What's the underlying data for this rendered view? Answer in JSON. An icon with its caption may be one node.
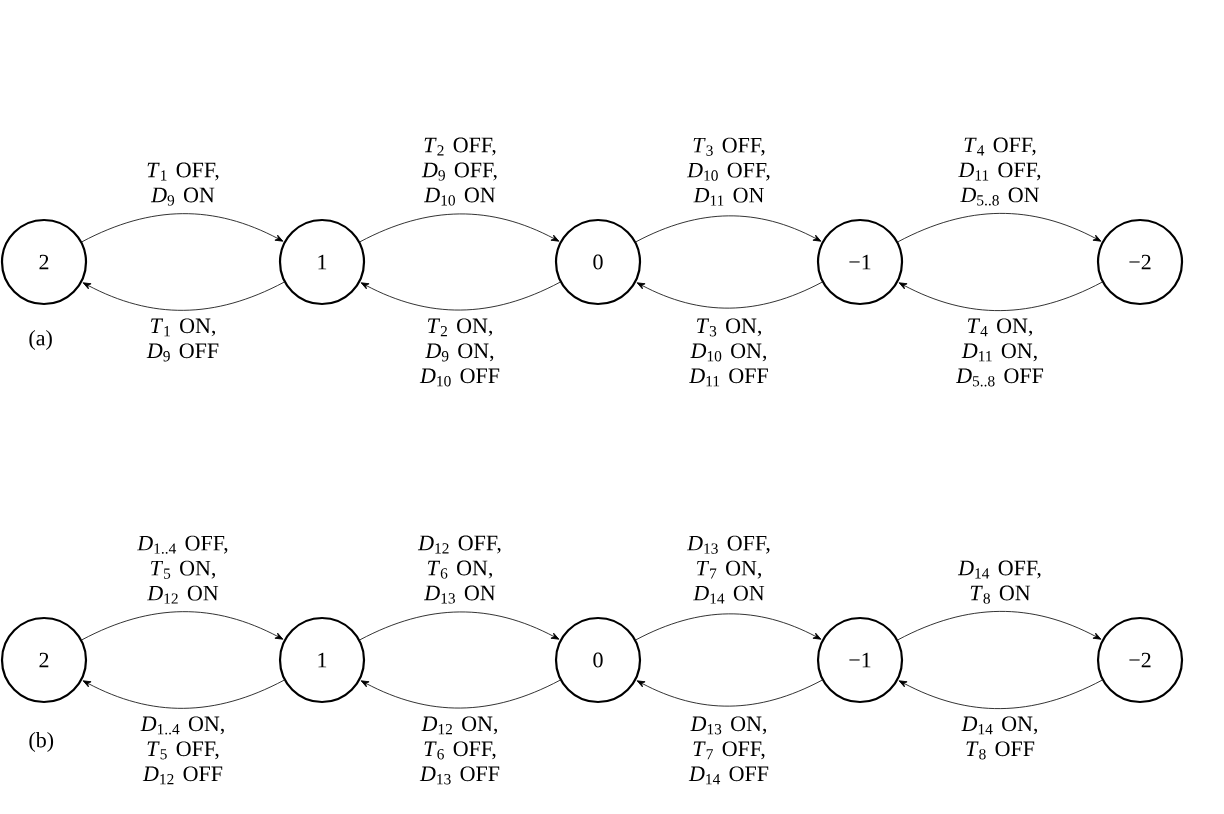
{
  "diagram": {
    "nodes": [
      {
        "text": [
          "2"
        ]
      },
      {
        "text": [
          "1"
        ]
      },
      {
        "text": [
          "0"
        ]
      },
      {
        "text": [
          "−1"
        ]
      },
      {
        "text": [
          "−2"
        ]
      },
      {
        "text": [
          "2"
        ]
      },
      {
        "text": [
          "1"
        ]
      },
      {
        "text": [
          "0"
        ]
      },
      {
        "text": [
          "−1"
        ]
      },
      {
        "text": [
          "−2"
        ]
      }
    ],
    "edges": [
      {
        "from": 0,
        "to": 1,
        "arrow": "to",
        "label": "*T*$_{1}$ OFF, *D*$_{9}$ ON"
      },
      {
        "from": 1,
        "to": 0,
        "arrow": "to",
        "label": "*T*$_{1}$ ON, *D*$_{9}$ OFF"
      },
      {
        "from": 1,
        "to": 2,
        "arrow": "to",
        "label": "*T*$_{2}$ OFF, *D*$_{9}$ OFF, *D*$_{10}$ ON"
      },
      {
        "from": 2,
        "to": 1,
        "arrow": "to",
        "label": "*T*$_{2}$ ON, *D*$_{9}$ ON, *D*$_{10}$ OFF"
      },
      {
        "from": 2,
        "to": 3,
        "arrow": "to",
        "label": "*T*$_{3}$ OFF, *D*$_{10}$ OFF, *D*$_{11}$ ON"
      },
      {
        "from": 3,
        "to": 2,
        "arrow": "to",
        "label": "*T*$_{3}$ ON, *D*$_{10}$ ON, *D*$_{11}$ OFF"
      },
      {
        "from": 3,
        "to": 4,
        "arrow": "to",
        "label": "*T*$_{4}$ OFF, *D*$_{11}$ OFF, *D*$_{5..8}$ ON"
      },
      {
        "from": 4,
        "to": 3,
        "arrow": "to",
        "label": "*T*$_{4}$ ON, *D*$_{11}$ ON, *D*$_{5..8}$ OFF"
      },
      {
        "from": 5,
        "to": 6,
        "arrow": "to",
        "label": "*D*$_{1..4}$ OFF, *T*$_{5}$ ON, *D*$_{12}$ ON"
      },
      {
        "from": 6,
        "to": 5,
        "arrow": "to",
        "label": "*D*$_{1..4}$ ON, *T*$_{5}$ OFF, *D*$_{12}$ OFF"
      },
      {
        "from": 6,
        "to": 7,
        "arrow": "to",
        "label": "*D*$_{12}$ OFF, *T*$_{6}$ ON, *D*$_{13}$ ON"
      },
      {
        "from": 7,
        "to": 6,
        "arrow": "to",
        "label": "*D*$_{12}$ ON, *T*$_{6}$ OFF, *D*$_{13}$ OFF"
      },
      {
        "from": 7,
        "to": 8,
        "arrow": "to",
        "label": "*D*$_{13}$ OFF, *T*$_{7}$ ON, *D*$_{14}$ ON"
      },
      {
        "from": 8,
        "to": 7,
        "arrow": "to",
        "label": "*D*$_{13}$ ON, *T*$_{7}$ OFF, *D*$_{14}$ OFF"
      },
      {
        "from": 8,
        "to": 9,
        "arrow": "to",
        "label": "*D*$_{14}$ OFF, *T*$_{8}$ ON"
      },
      {
        "from": 9,
        "to": 8,
        "arrow": "to",
        "label": "*D*$_{14}$ ON, *T*$_{8}$ OFF"
      }
    ],
    "labels": [
      "(a)",
      "(b)"
    ]
  }
}
